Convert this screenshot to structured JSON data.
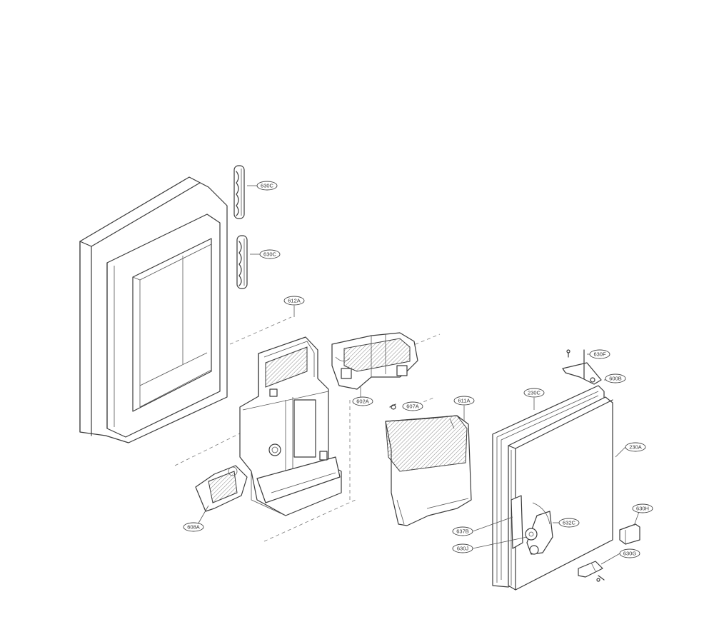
{
  "callouts": [
    {
      "id": "630c-a",
      "label": "630C"
    },
    {
      "id": "630c-b",
      "label": "630C"
    },
    {
      "id": "612a",
      "label": "612A"
    },
    {
      "id": "602a",
      "label": "602A"
    },
    {
      "id": "607a",
      "label": "607A"
    },
    {
      "id": "611a",
      "label": "611A"
    },
    {
      "id": "230c",
      "label": "230C"
    },
    {
      "id": "630f",
      "label": "630F"
    },
    {
      "id": "600b",
      "label": "600B"
    },
    {
      "id": "230a",
      "label": "230A"
    },
    {
      "id": "630h",
      "label": "630H"
    },
    {
      "id": "632c",
      "label": "632C"
    },
    {
      "id": "637b",
      "label": "637B"
    },
    {
      "id": "630j",
      "label": "630J"
    },
    {
      "id": "630g",
      "label": "630G"
    },
    {
      "id": "608a",
      "label": "608A"
    }
  ]
}
